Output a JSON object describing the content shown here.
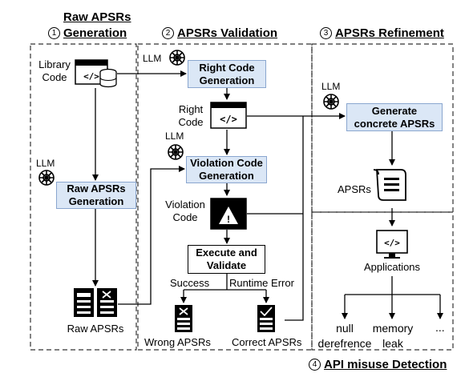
{
  "stages": {
    "s1": {
      "num": "1",
      "title_line1": "Raw APSRs",
      "title_line2": "Generation"
    },
    "s2": {
      "num": "2",
      "title": "APSRs Validation"
    },
    "s3": {
      "num": "3",
      "title": "APSRs Refinement"
    },
    "s4": {
      "num": "4",
      "title": "API misuse Detection"
    }
  },
  "llm_label": "LLM",
  "library_code": {
    "line1": "Library",
    "line2": "Code"
  },
  "raw_gen_box": {
    "line1": "Raw APSRs",
    "line2": "Generation"
  },
  "raw_apsrs": "Raw APSRs",
  "right_gen_box": {
    "line1": "Right Code",
    "line2": "Generation"
  },
  "right_code": {
    "line1": "Right",
    "line2": "Code"
  },
  "violation_gen_box": {
    "line1": "Violation Code",
    "line2": "Generation"
  },
  "violation_code": {
    "line1": "Violation",
    "line2": "Code"
  },
  "execute_box": {
    "line1": "Execute and",
    "line2": "Validate"
  },
  "success": "Success",
  "runtime_error": "Runtime Error",
  "wrong_apsrs": "Wrong APSRs",
  "correct_apsrs": "Correct APSRs",
  "generate_box": {
    "line1": "Generate",
    "line2": "concrete APSRs"
  },
  "apsrs": "APSRs",
  "applications": "Applications",
  "detections": {
    "null_line1": "null",
    "null_line2": "derefrence",
    "mem_line1": "memory",
    "mem_line2": "leak",
    "more": "..."
  },
  "colors": {
    "box_fill": "#dbe7f6",
    "box_border": "#8aa6cf"
  }
}
